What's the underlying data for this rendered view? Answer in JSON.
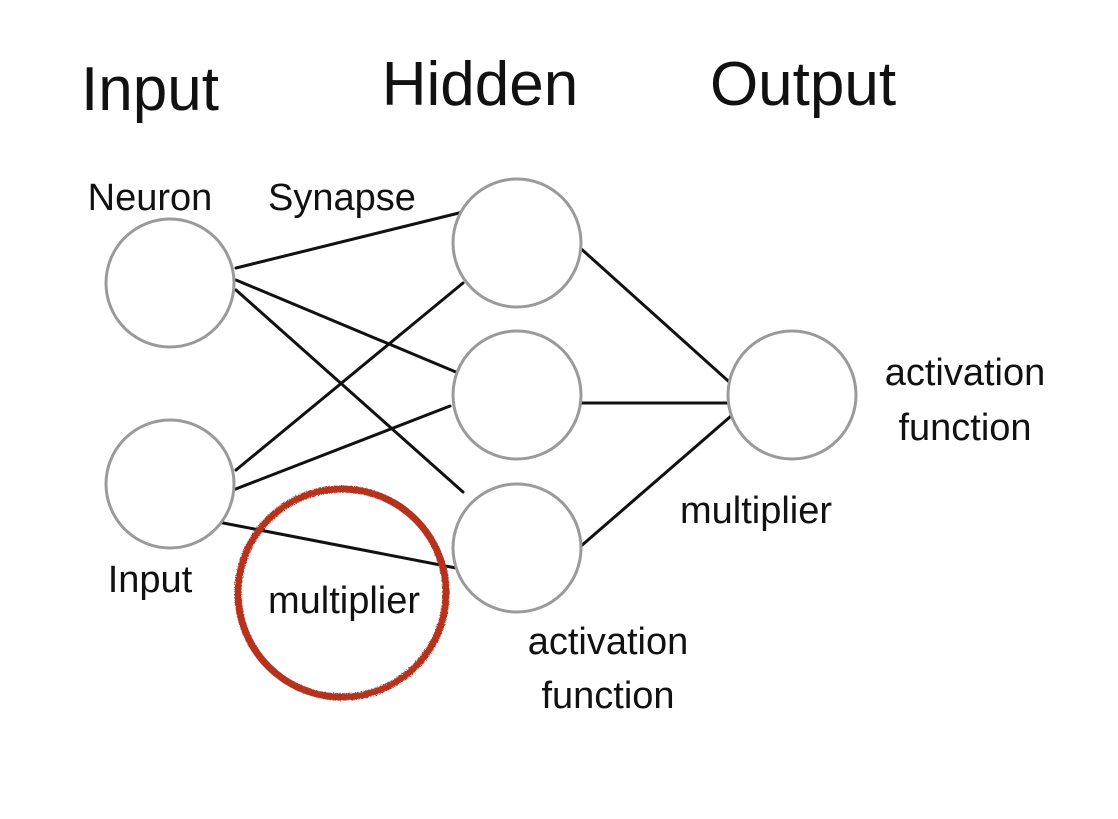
{
  "headings": {
    "input": "Input",
    "hidden": "Hidden",
    "output": "Output"
  },
  "labels": {
    "neuron": "Neuron",
    "synapse": "Synapse",
    "input": "Input",
    "multiplier_circled": "multiplier",
    "hidden_activation_line1": "activation",
    "hidden_activation_line2": "function",
    "output_multiplier": "multiplier",
    "output_activation_line1": "activation",
    "output_activation_line2": "function"
  },
  "colors": {
    "neuron_stroke": "#9a9a9a",
    "synapse": "#111111",
    "highlight_circle": "#b5301f"
  }
}
